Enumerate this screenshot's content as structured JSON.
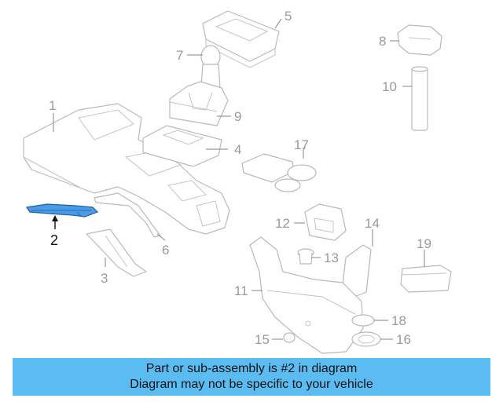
{
  "diagram": {
    "callouts": [
      {
        "id": "1",
        "label": "1"
      },
      {
        "id": "2",
        "label": "2",
        "highlighted": true
      },
      {
        "id": "3",
        "label": "3"
      },
      {
        "id": "4",
        "label": "4"
      },
      {
        "id": "5",
        "label": "5"
      },
      {
        "id": "6",
        "label": "6"
      },
      {
        "id": "7",
        "label": "7"
      },
      {
        "id": "8",
        "label": "8"
      },
      {
        "id": "9",
        "label": "9"
      },
      {
        "id": "10",
        "label": "10"
      },
      {
        "id": "11",
        "label": "11"
      },
      {
        "id": "12",
        "label": "12"
      },
      {
        "id": "13",
        "label": "13"
      },
      {
        "id": "14",
        "label": "14"
      },
      {
        "id": "15",
        "label": "15"
      },
      {
        "id": "16",
        "label": "16"
      },
      {
        "id": "17",
        "label": "17"
      },
      {
        "id": "18",
        "label": "18"
      },
      {
        "id": "19",
        "label": "19"
      }
    ],
    "colors": {
      "highlight_part": "#4a9be8",
      "part_outline": "#b9b9b9",
      "callout_text": "#9a9a9a",
      "highlight_text": "#111111"
    }
  },
  "banner": {
    "line1": "Part or sub-assembly is #2 in diagram",
    "line2": "Diagram may not be specific to your vehicle",
    "background": "#5bbcf2"
  }
}
